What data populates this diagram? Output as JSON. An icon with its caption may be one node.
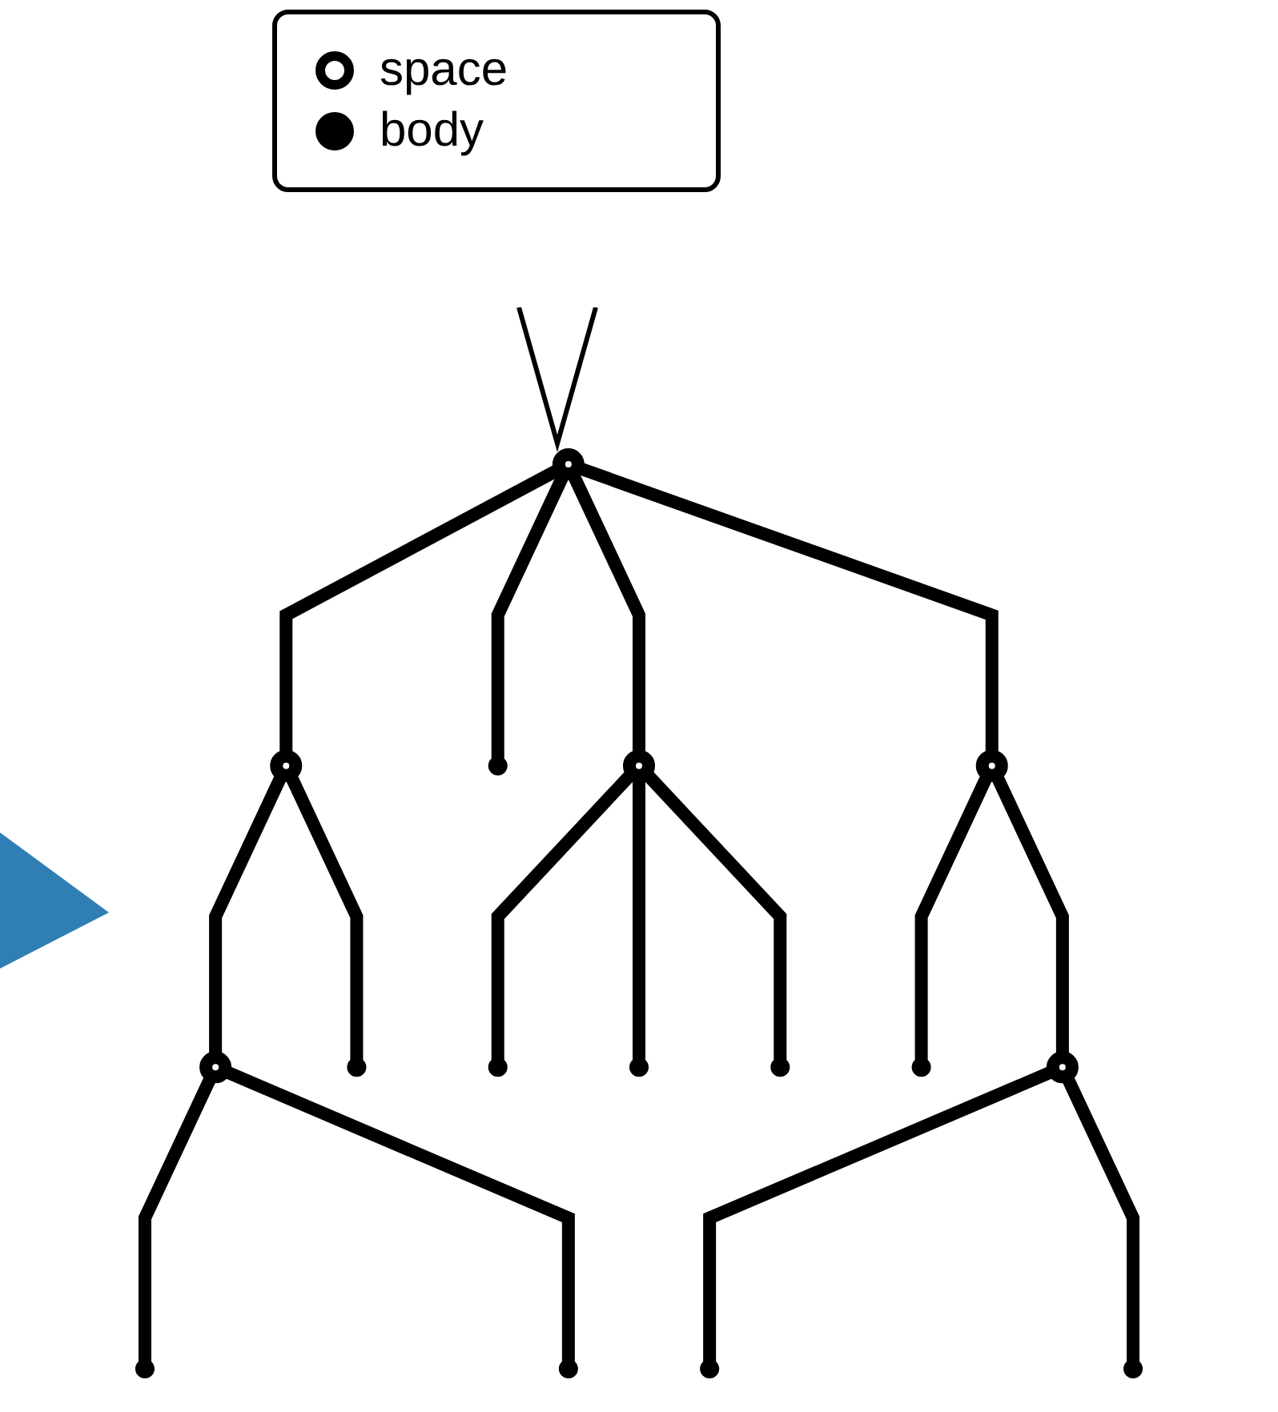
{
  "diagram": {
    "nodes": [
      {
        "text": [],
        "shape": "circle"
      },
      {
        "text": [],
        "shape": "circle"
      },
      {
        "text": [],
        "shape": "dot"
      },
      {
        "text": [],
        "shape": "circle"
      },
      {
        "text": [],
        "shape": "circle"
      },
      {
        "text": [],
        "shape": "circle"
      },
      {
        "text": [],
        "shape": "dot"
      },
      {
        "text": [],
        "shape": "dot"
      },
      {
        "text": [],
        "shape": "dot"
      },
      {
        "text": [],
        "shape": "dot"
      },
      {
        "text": [],
        "shape": "dot"
      },
      {
        "text": [],
        "shape": "circle"
      },
      {
        "text": [],
        "shape": "dot"
      },
      {
        "text": [],
        "shape": "dot"
      },
      {
        "text": [],
        "shape": "dot"
      },
      {
        "text": [],
        "shape": "dot"
      }
    ],
    "edges": [
      {
        "from": 0,
        "to": 1,
        "arrow": "none"
      },
      {
        "from": 0,
        "to": 2,
        "arrow": "none"
      },
      {
        "from": 0,
        "to": 3,
        "arrow": "none"
      },
      {
        "from": 0,
        "to": 4,
        "arrow": "none"
      },
      {
        "from": 1,
        "to": 5,
        "arrow": "none"
      },
      {
        "from": 1,
        "to": 6,
        "arrow": "none"
      },
      {
        "from": 3,
        "to": 7,
        "arrow": "none"
      },
      {
        "from": 3,
        "to": 8,
        "arrow": "none"
      },
      {
        "from": 3,
        "to": 9,
        "arrow": "none"
      },
      {
        "from": 4,
        "to": 10,
        "arrow": "none"
      },
      {
        "from": 4,
        "to": 11,
        "arrow": "none"
      },
      {
        "from": 5,
        "to": 12,
        "arrow": "none"
      },
      {
        "from": 5,
        "to": 13,
        "arrow": "none"
      },
      {
        "from": 11,
        "to": 14,
        "arrow": "none"
      },
      {
        "from": 11,
        "to": 15,
        "arrow": "none"
      }
    ],
    "legend": [
      {
        "text": "space"
      },
      {
        "text": "body"
      }
    ]
  }
}
